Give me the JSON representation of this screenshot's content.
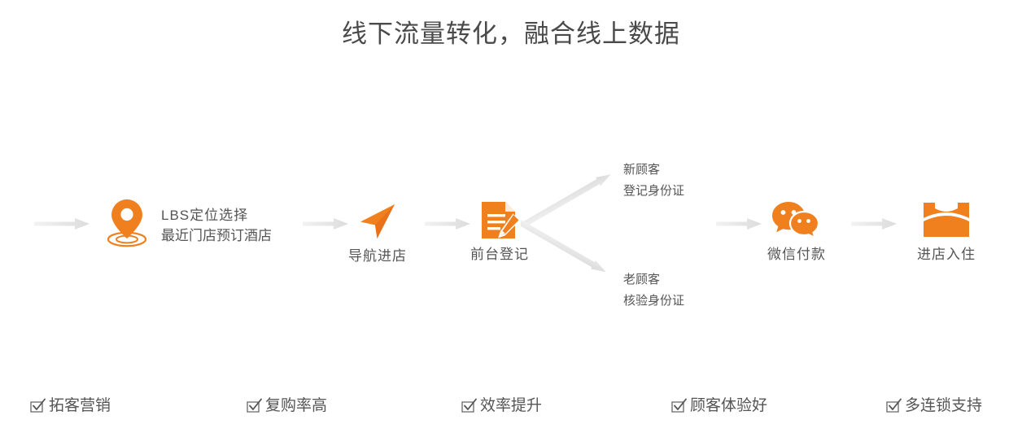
{
  "page": {
    "title": "线下流量转化，融合线上数据",
    "accent_color": "#F0801E",
    "text_color": "#555555",
    "title_color": "#4a4a4a",
    "arrow_color": "#e3e3e3",
    "background": "#ffffff"
  },
  "flow": {
    "nodes": [
      {
        "id": "lbs",
        "icon": "location-pin-icon",
        "line1": "LBS定位选择",
        "line2": "最近门店预订酒店"
      },
      {
        "id": "navigation",
        "icon": "navigation-arrow-icon",
        "label": "导航进店"
      },
      {
        "id": "front-desk-register",
        "icon": "document-pencil-icon",
        "label": "前台登记"
      },
      {
        "id": "wechat-pay",
        "icon": "wechat-icon",
        "label": "微信付款"
      },
      {
        "id": "check-in",
        "icon": "bed-icon",
        "label": "进店入住"
      }
    ],
    "branches": [
      {
        "id": "new-customer",
        "line1": "新顾客",
        "line2": "登记身份证"
      },
      {
        "id": "old-customer",
        "line1": "老顾客",
        "line2": "核验身份证"
      }
    ]
  },
  "features": {
    "icon": "check-box-icon",
    "items": [
      {
        "label": "拓客营销"
      },
      {
        "label": "复购率高"
      },
      {
        "label": "效率提升"
      },
      {
        "label": "顾客体验好"
      },
      {
        "label": "多连锁支持"
      }
    ]
  }
}
